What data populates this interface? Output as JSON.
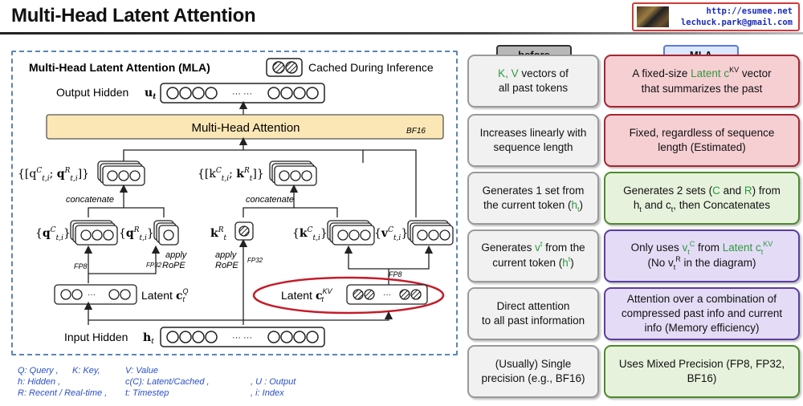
{
  "header": {
    "title": "Multi-Head Latent Attention",
    "credit_url": "http://esumee.net",
    "credit_email": "lechuck.park@gmail.com"
  },
  "diagram": {
    "title": "Multi-Head Latent Attention (MLA)",
    "cached_label": "Cached During Inference",
    "output_label": "Output Hidden",
    "mha_label": "Multi-Head Attention",
    "mha_precision": "BF16",
    "q_set_label": "{[q",
    "k_set_label": "{[k",
    "concat_label": "concatenate",
    "input_label": "Input Hidden",
    "latent_q_label": "Latent",
    "latent_kv_label": "Latent",
    "apply_rope": "apply",
    "rope": "RoPE",
    "fp8": "FP8",
    "fp32": "FP32",
    "ellipsis": "··· ···"
  },
  "legend": {
    "q": "Q: Query ,",
    "k": "K: Key,",
    "v": "V: Value",
    "h": "h: Hidden ,",
    "c": "c(C): Latent/Cached ,",
    "u": ", U : Output",
    "r": "R: Recent / Real-time ,",
    "t": "t: Timestep",
    "i": ", i: Index"
  },
  "columns": {
    "before": "before",
    "mla": "MLA"
  },
  "rows": [
    {
      "before": [
        "K, V",
        " vectors of",
        "all past tokens"
      ],
      "mla": [
        "A fixed-size ",
        "Latent c",
        "KV",
        " vector",
        "that summarizes the past"
      ]
    },
    {
      "before": [
        "Increases linearly with",
        "sequence length"
      ],
      "mla": [
        "Fixed, regardless of sequence",
        "length (Estimated)"
      ]
    },
    {
      "before": [
        "Generates 1 set from",
        "the current token (",
        "h",
        "t",
        ")"
      ],
      "mla": [
        "Generates 2 sets (",
        "C",
        " and ",
        "R",
        ") from",
        "h",
        "t",
        " and ",
        "c",
        "t",
        ", then Concatenates"
      ]
    },
    {
      "before": [
        "Generates ",
        "v",
        "t",
        " from the",
        "current token (",
        "h",
        "t",
        ")"
      ],
      "mla": [
        "Only uses ",
        "v",
        "t",
        "C",
        " from ",
        "Latent c",
        "t",
        "KV",
        "(No ",
        "v",
        "t",
        "R",
        " in the diagram)"
      ]
    },
    {
      "before": [
        "Direct attention",
        "to all past information"
      ],
      "mla": [
        "Attention over a combination of",
        "compressed past info and current",
        "info (Memory efficiency)"
      ]
    },
    {
      "before": [
        "(Usually) Single",
        "precision (e.g., BF16)"
      ],
      "mla": [
        "Uses Mixed Precision (FP8, FP32,",
        "BF16)"
      ]
    }
  ],
  "colors": {
    "accent_green": "#2c9a3c",
    "red_border": "#a82430",
    "green_border": "#4d8a2c",
    "purple_border": "#5a3ea0",
    "legend_blue": "#2a4fc4",
    "dash_blue": "#5a85b8",
    "mha_fill": "#fbe7b5"
  }
}
